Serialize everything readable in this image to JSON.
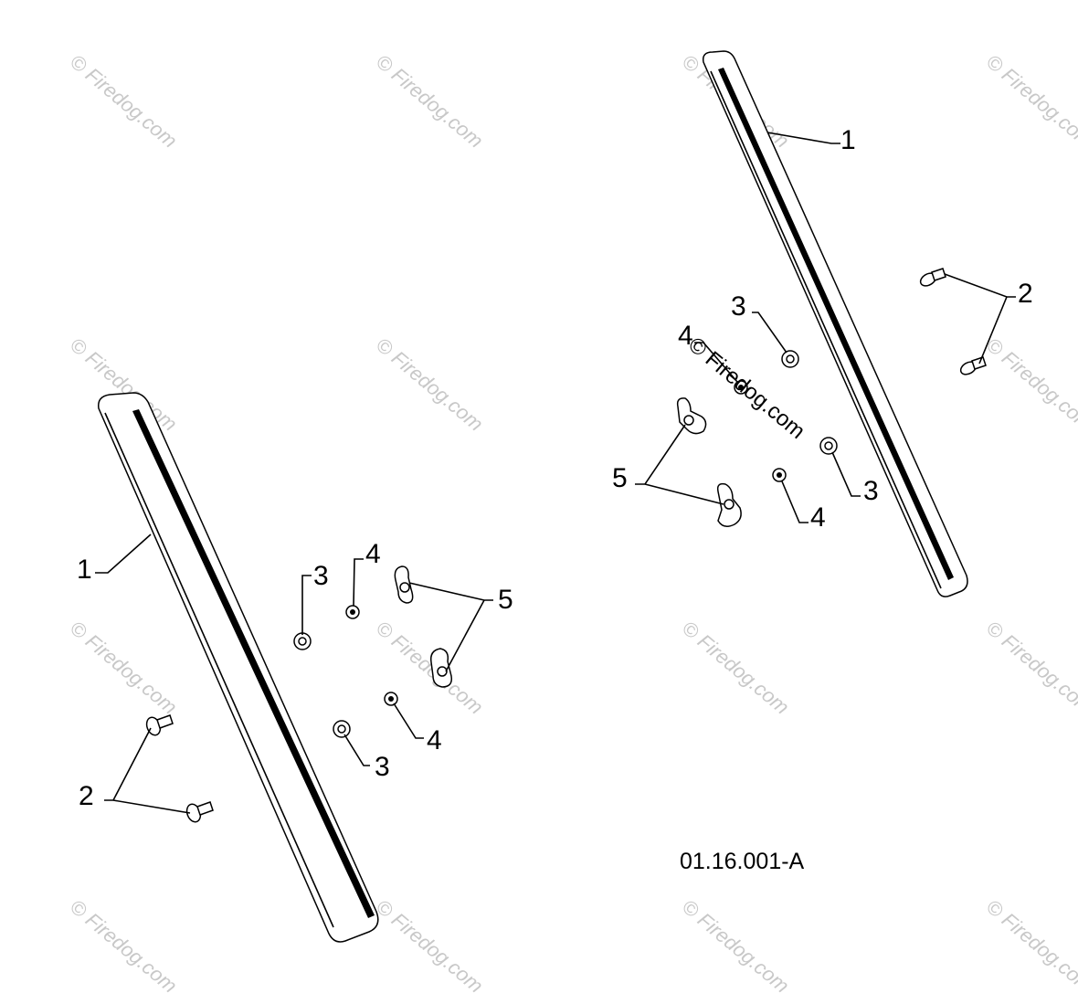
{
  "labels": {
    "rail": "1",
    "bolt": "2",
    "washer": "3",
    "nut": "4",
    "wing_nut": "5"
  },
  "drawing_code": "01.16.001-A",
  "watermark": "© Firedog.com"
}
